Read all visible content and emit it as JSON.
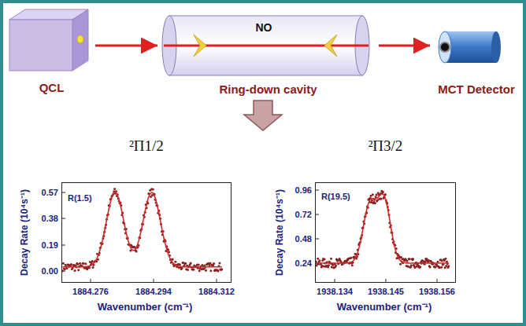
{
  "diagram": {
    "nodes": [
      {
        "text": [
          "QCL"
        ]
      },
      {
        "text": [
          "Ring-down cavity"
        ]
      },
      {
        "text": [
          "MCT Detector"
        ]
      },
      {
        "text": [
          "²Π1/2"
        ]
      },
      {
        "text": [
          "²Π3/2"
        ]
      }
    ],
    "edges": [
      {
        "from": 0,
        "to": 1,
        "arrow": "to"
      },
      {
        "from": 1,
        "to": 2,
        "arrow": "to"
      }
    ],
    "labels": [
      "NO",
      "R(1.5)",
      "Decay Rate (10⁴s⁻¹)",
      "0.57",
      "0.38",
      "0.19",
      "0.00",
      "1884.276",
      "1884.294",
      "1884.312",
      "Wavenumber (cm⁻¹)",
      "R(19.5)",
      "Decay Rate (10⁴s⁻¹)",
      "0.96",
      "0.72",
      "0.48",
      "0.24",
      "1938.134",
      "1938.145",
      "1938.156",
      "Wavenumber (cm⁻¹)"
    ]
  }
}
